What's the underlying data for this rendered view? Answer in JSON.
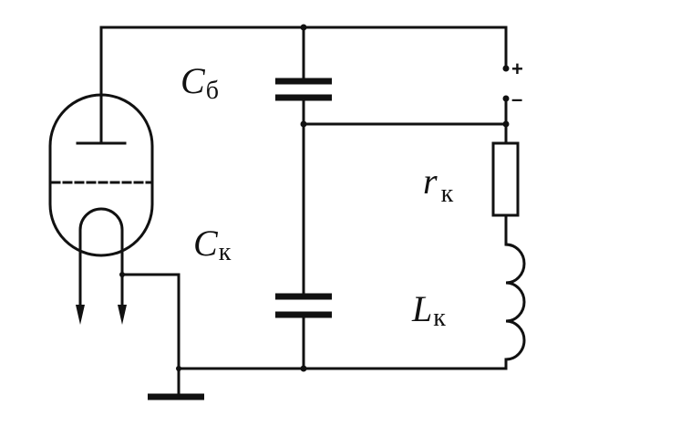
{
  "labels": {
    "c_b": {
      "main": "C",
      "sub": "б"
    },
    "c_k": {
      "main": "C",
      "sub": "к"
    },
    "r_k": {
      "main": "r",
      "sub": "к"
    },
    "l_k": {
      "main": "L",
      "sub": "к"
    }
  },
  "terminals": {
    "plus": "+",
    "minus": "–"
  }
}
